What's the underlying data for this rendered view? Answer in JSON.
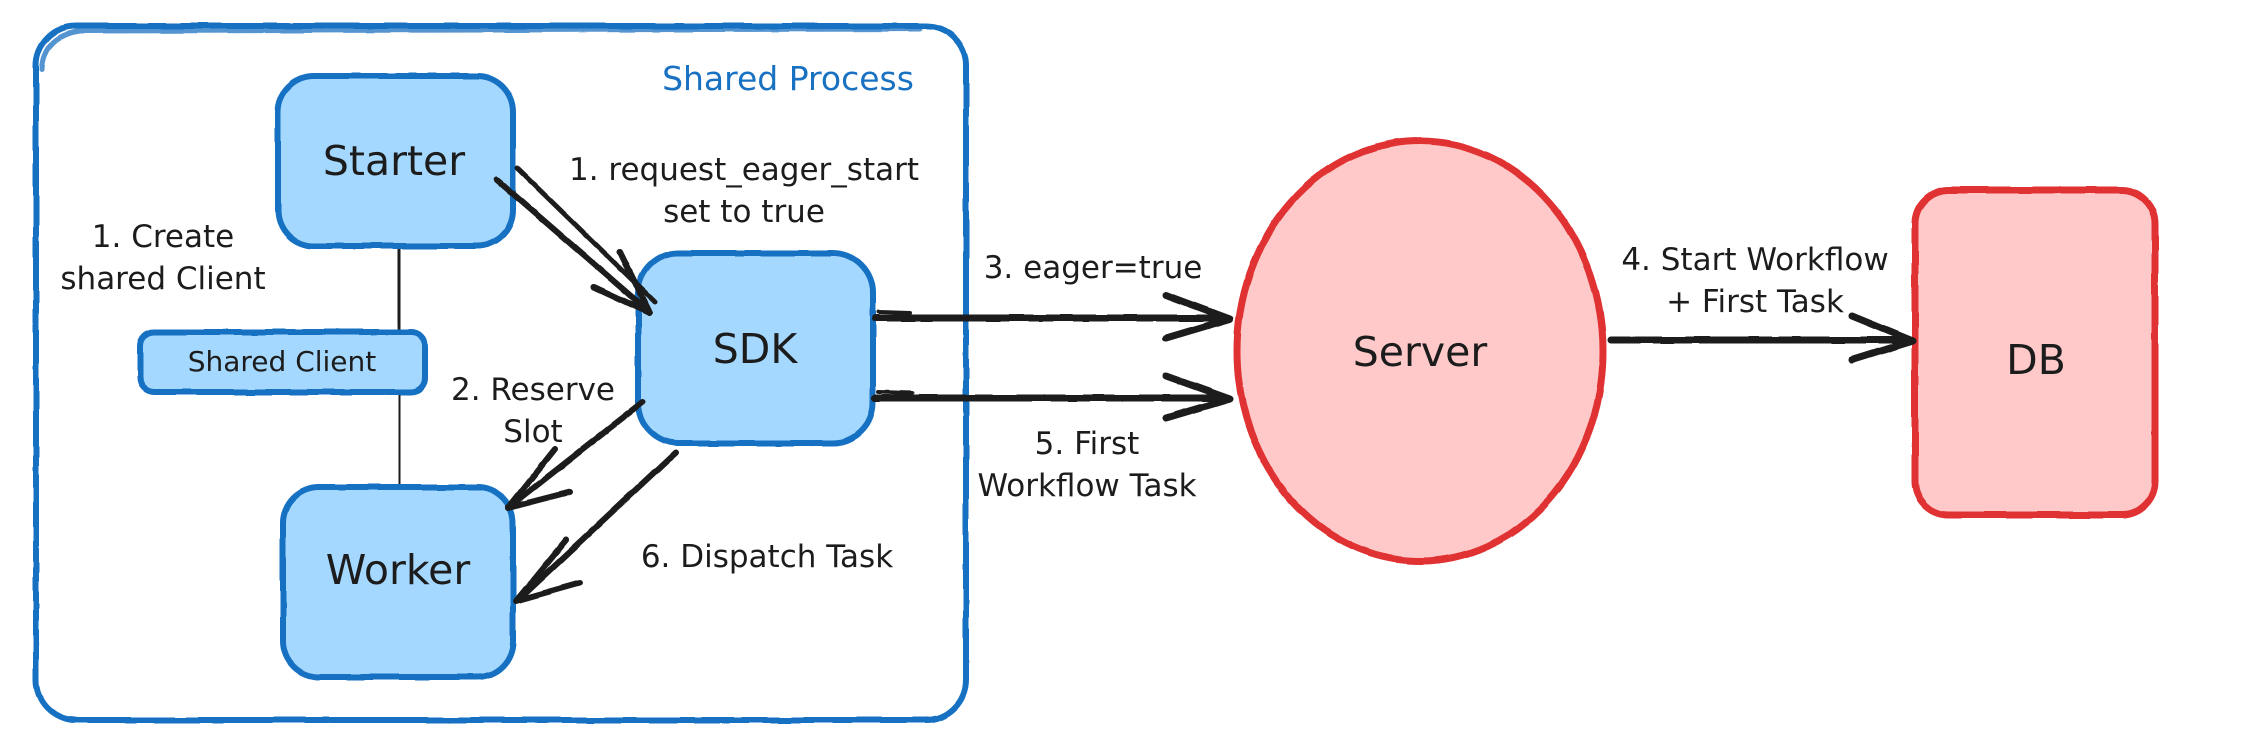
{
  "diagram": {
    "title_group": "Shared Process",
    "colors": {
      "blue_stroke": "#1971c2",
      "blue_fill": "#a5d8ff",
      "red_stroke": "#e03131",
      "red_fill": "#ffc9c9",
      "edge": "#1c1c1c",
      "background": "#ffffff"
    },
    "nodes": [
      {
        "id": "starter",
        "label": "Starter",
        "shape": "rounded-rect",
        "color": "blue"
      },
      {
        "id": "shared-client",
        "label": "Shared Client",
        "shape": "rounded-rect",
        "color": "blue"
      },
      {
        "id": "worker",
        "label": "Worker",
        "shape": "rounded-rect",
        "color": "blue"
      },
      {
        "id": "sdk",
        "label": "SDK",
        "shape": "rounded-rect",
        "color": "blue"
      },
      {
        "id": "server",
        "label": "Server",
        "shape": "ellipse",
        "color": "red"
      },
      {
        "id": "db",
        "label": "DB",
        "shape": "rounded-rect",
        "color": "red"
      }
    ],
    "edges": [
      {
        "id": "e1",
        "from": "starter",
        "to": "shared-client",
        "label_line1": "1. Create",
        "label_line2": "shared Client",
        "arrow": false
      },
      {
        "id": "e2",
        "from": "shared-client",
        "to": "worker",
        "label_line1": "",
        "label_line2": "",
        "arrow": false
      },
      {
        "id": "e3",
        "from": "starter",
        "to": "sdk",
        "label_line1": "1. request_eager_start",
        "label_line2": "set to true",
        "arrow": true
      },
      {
        "id": "e4",
        "from": "sdk",
        "to": "worker",
        "label_line1": "2. Reserve",
        "label_line2": "Slot",
        "arrow": true
      },
      {
        "id": "e5",
        "from": "sdk",
        "to": "worker",
        "label_line1": "6. Dispatch Task",
        "label_line2": "",
        "arrow": true
      },
      {
        "id": "e6",
        "from": "sdk",
        "to": "server",
        "label_line1": "3. eager=true",
        "label_line2": "",
        "arrow": true
      },
      {
        "id": "e7",
        "from": "sdk",
        "to": "server",
        "label_line1": "5. First",
        "label_line2": "Workflow Task",
        "arrow": true
      },
      {
        "id": "e8",
        "from": "server",
        "to": "db",
        "label_line1": "4. Start Workflow",
        "label_line2": "+ First Task",
        "arrow": true
      }
    ]
  }
}
